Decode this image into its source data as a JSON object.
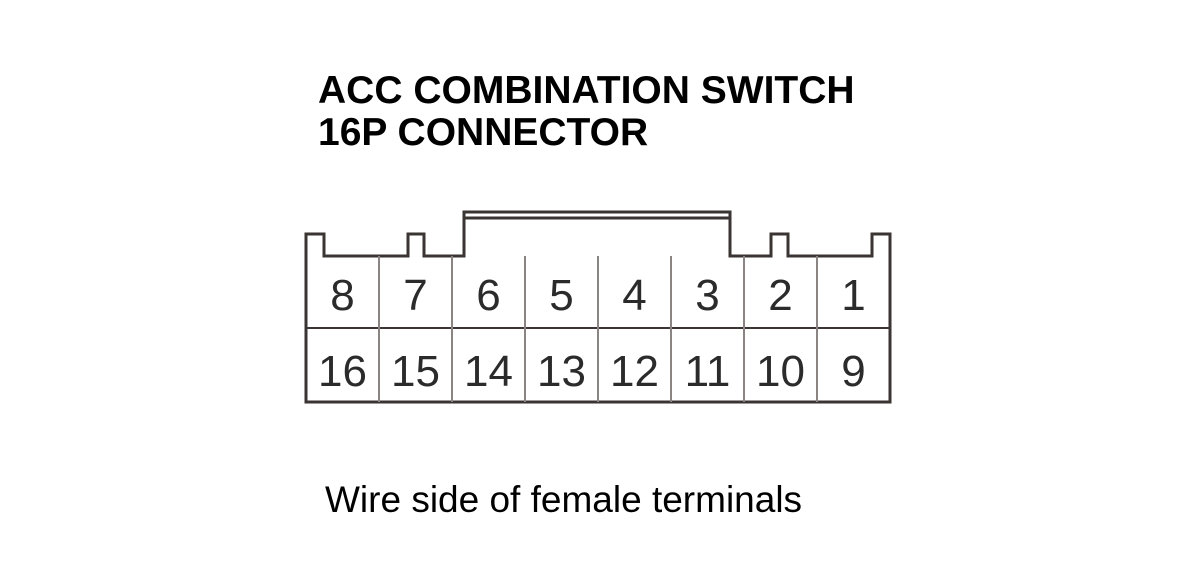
{
  "title": {
    "line1": "ACC COMBINATION SWITCH",
    "line2": "16P CONNECTOR"
  },
  "connector": {
    "top_row": [
      "8",
      "7",
      "6",
      "5",
      "4",
      "3",
      "2",
      "1"
    ],
    "bottom_row": [
      "16",
      "15",
      "14",
      "13",
      "12",
      "11",
      "10",
      "9"
    ]
  },
  "caption": "Wire side of female terminals",
  "colors": {
    "outline": "#3a3432",
    "pin_text": "#2b2b2b",
    "text": "#000000"
  }
}
